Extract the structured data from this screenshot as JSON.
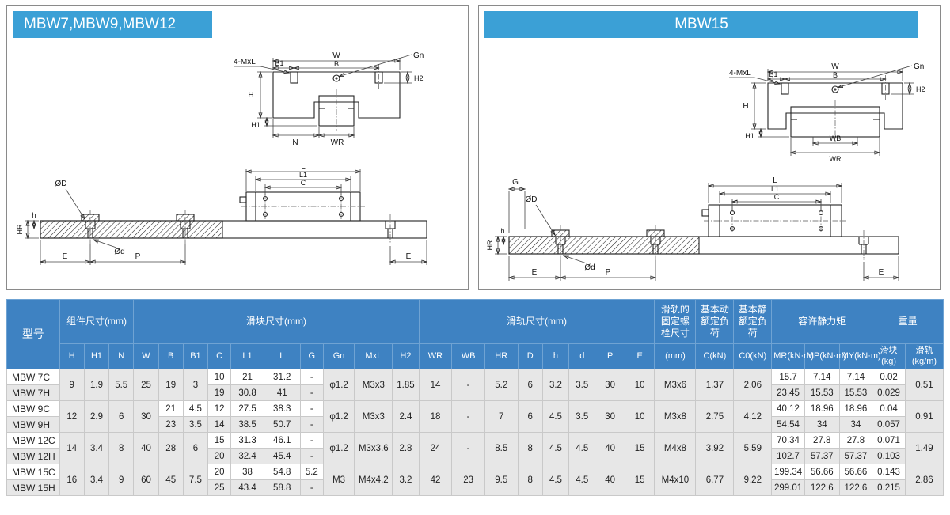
{
  "diagrams": {
    "left_panel": {
      "title": "MBW7,MBW9,MBW12"
    },
    "right_panel": {
      "title": "MBW15"
    },
    "labels": {
      "W": "W",
      "B": "B",
      "B1": "B1",
      "Gn": "Gn",
      "MxL": "4-MxL",
      "H": "H",
      "H1": "H1",
      "H2": "H2",
      "N": "N",
      "WR": "WR",
      "WB": "WB",
      "L": "L",
      "L1": "L1",
      "C": "C",
      "OD": "ØD",
      "Od": "Ød",
      "HR": "HR",
      "h": "h",
      "E": "E",
      "P": "P",
      "G": "G"
    }
  },
  "table": {
    "header": {
      "model": "型号",
      "groups": [
        {
          "label": "组件尺寸(mm)",
          "cols": [
            "H",
            "H1",
            "N"
          ]
        },
        {
          "label": "滑块尺寸(mm)",
          "cols": [
            "W",
            "B",
            "B1",
            "C",
            "L1",
            "L",
            "G",
            "Gn",
            "MxL",
            "H2"
          ]
        },
        {
          "label": "滑轨尺寸(mm)",
          "cols": [
            "WR",
            "WB",
            "HR",
            "D",
            "h",
            "d",
            "P",
            "E"
          ]
        },
        {
          "label": "滑轨的固定螺栓尺寸",
          "cols": [
            "(mm)"
          ]
        },
        {
          "label": "基本动额定负荷",
          "cols": [
            "C(kN)"
          ]
        },
        {
          "label": "基本静额定负荷",
          "cols": [
            "C0(kN)"
          ]
        },
        {
          "label": "容许静力矩",
          "cols": [
            "MR(kN·m)",
            "MP(kN·m)",
            "MY(kN·m)"
          ]
        },
        {
          "label": "重量",
          "cols": [
            "滑块(kg)",
            "滑轨(kg/m)"
          ]
        }
      ]
    },
    "body": [
      [
        "MBW 7C",
        {
          "v": "9",
          "rs": 2
        },
        {
          "v": "1.9",
          "rs": 2
        },
        {
          "v": "5.5",
          "rs": 2
        },
        {
          "v": "25",
          "rs": 2
        },
        {
          "v": "19",
          "rs": 2
        },
        {
          "v": "3",
          "rs": 2
        },
        "10",
        "21",
        "31.2",
        "-",
        {
          "v": "φ1.2",
          "rs": 2
        },
        {
          "v": "M3x3",
          "rs": 2
        },
        {
          "v": "1.85",
          "rs": 2
        },
        {
          "v": "14",
          "rs": 2
        },
        {
          "v": "-",
          "rs": 2
        },
        {
          "v": "5.2",
          "rs": 2
        },
        {
          "v": "6",
          "rs": 2
        },
        {
          "v": "3.2",
          "rs": 2
        },
        {
          "v": "3.5",
          "rs": 2
        },
        {
          "v": "30",
          "rs": 2
        },
        {
          "v": "10",
          "rs": 2
        },
        {
          "v": "M3x6",
          "rs": 2
        },
        {
          "v": "1.37",
          "rs": 2
        },
        {
          "v": "2.06",
          "rs": 2
        },
        "15.7",
        "7.14",
        "7.14",
        "0.02",
        {
          "v": "0.51",
          "rs": 2
        }
      ],
      [
        "MBW 7H",
        "19",
        "30.8",
        "41",
        "-",
        "23.45",
        "15.53",
        "15.53",
        "0.029"
      ],
      [
        "MBW 9C",
        {
          "v": "12",
          "rs": 2
        },
        {
          "v": "2.9",
          "rs": 2
        },
        {
          "v": "6",
          "rs": 2
        },
        {
          "v": "30",
          "rs": 2
        },
        "21",
        "4.5",
        "12",
        "27.5",
        "38.3",
        "-",
        {
          "v": "φ1.2",
          "rs": 2
        },
        {
          "v": "M3x3",
          "rs": 2
        },
        {
          "v": "2.4",
          "rs": 2
        },
        {
          "v": "18",
          "rs": 2
        },
        {
          "v": "-",
          "rs": 2
        },
        {
          "v": "7",
          "rs": 2
        },
        {
          "v": "6",
          "rs": 2
        },
        {
          "v": "4.5",
          "rs": 2
        },
        {
          "v": "3.5",
          "rs": 2
        },
        {
          "v": "30",
          "rs": 2
        },
        {
          "v": "10",
          "rs": 2
        },
        {
          "v": "M3x8",
          "rs": 2
        },
        {
          "v": "2.75",
          "rs": 2
        },
        {
          "v": "4.12",
          "rs": 2
        },
        "40.12",
        "18.96",
        "18.96",
        "0.04",
        {
          "v": "0.91",
          "rs": 2
        }
      ],
      [
        "MBW 9H",
        "23",
        "3.5",
        "14",
        "38.5",
        "50.7",
        "-",
        "54.54",
        "34",
        "34",
        "0.057"
      ],
      [
        "MBW 12C",
        {
          "v": "14",
          "rs": 2
        },
        {
          "v": "3.4",
          "rs": 2
        },
        {
          "v": "8",
          "rs": 2
        },
        {
          "v": "40",
          "rs": 2
        },
        {
          "v": "28",
          "rs": 2
        },
        {
          "v": "6",
          "rs": 2
        },
        "15",
        "31.3",
        "46.1",
        "-",
        {
          "v": "φ1.2",
          "rs": 2
        },
        {
          "v": "M3x3.6",
          "rs": 2
        },
        {
          "v": "2.8",
          "rs": 2
        },
        {
          "v": "24",
          "rs": 2
        },
        {
          "v": "-",
          "rs": 2
        },
        {
          "v": "8.5",
          "rs": 2
        },
        {
          "v": "8",
          "rs": 2
        },
        {
          "v": "4.5",
          "rs": 2
        },
        {
          "v": "4.5",
          "rs": 2
        },
        {
          "v": "40",
          "rs": 2
        },
        {
          "v": "15",
          "rs": 2
        },
        {
          "v": "M4x8",
          "rs": 2
        },
        {
          "v": "3.92",
          "rs": 2
        },
        {
          "v": "5.59",
          "rs": 2
        },
        "70.34",
        "27.8",
        "27.8",
        "0.071",
        {
          "v": "1.49",
          "rs": 2
        }
      ],
      [
        "MBW 12H",
        "20",
        "32.4",
        "45.4",
        "-",
        "102.7",
        "57.37",
        "57.37",
        "0.103"
      ],
      [
        "MBW 15C",
        {
          "v": "16",
          "rs": 2
        },
        {
          "v": "3.4",
          "rs": 2
        },
        {
          "v": "9",
          "rs": 2
        },
        {
          "v": "60",
          "rs": 2
        },
        {
          "v": "45",
          "rs": 2
        },
        {
          "v": "7.5",
          "rs": 2
        },
        "20",
        "38",
        "54.8",
        "5.2",
        {
          "v": "M3",
          "rs": 2
        },
        {
          "v": "M4x4.2",
          "rs": 2
        },
        {
          "v": "3.2",
          "rs": 2
        },
        {
          "v": "42",
          "rs": 2
        },
        {
          "v": "23",
          "rs": 2
        },
        {
          "v": "9.5",
          "rs": 2
        },
        {
          "v": "8",
          "rs": 2
        },
        {
          "v": "4.5",
          "rs": 2
        },
        {
          "v": "4.5",
          "rs": 2
        },
        {
          "v": "40",
          "rs": 2
        },
        {
          "v": "15",
          "rs": 2
        },
        {
          "v": "M4x10",
          "rs": 2
        },
        {
          "v": "6.77",
          "rs": 2
        },
        {
          "v": "9.22",
          "rs": 2
        },
        "199.34",
        "56.66",
        "56.66",
        "0.143",
        {
          "v": "2.86",
          "rs": 2
        }
      ],
      [
        "MBW 15H",
        "25",
        "43.4",
        "58.8",
        "-",
        "299.01",
        "122.6",
        "122.6",
        "0.215"
      ]
    ]
  },
  "colors": {
    "title_bar": "#3ba0d6",
    "table_header": "#3e82c2",
    "row_alt": "#e7e7e7"
  }
}
